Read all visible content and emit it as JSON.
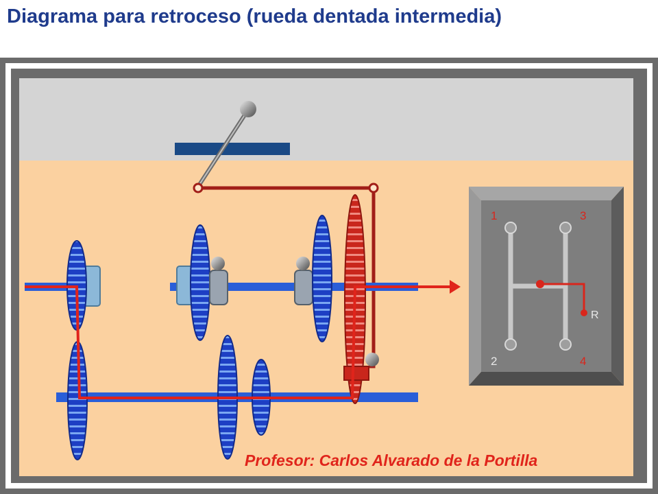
{
  "title": "Diagrama para retroceso (rueda dentada intermedia)",
  "credit": "Profesor: Carlos Alvarado de la Portilla",
  "shift_pattern": {
    "labels": [
      "1",
      "3",
      "2",
      "4",
      "R"
    ],
    "active_gear": "R"
  },
  "colors": {
    "title": "#1f3b8c",
    "credit": "#e0241b",
    "power_flow": "#e0241b",
    "shaft": "#2a5ed8",
    "gear_blue": "#1d3fc4",
    "gear_red": "#c9261c",
    "lever_link": "#a11e18",
    "background": "#fbd1a0",
    "top_panel": "#d4d4d4"
  }
}
